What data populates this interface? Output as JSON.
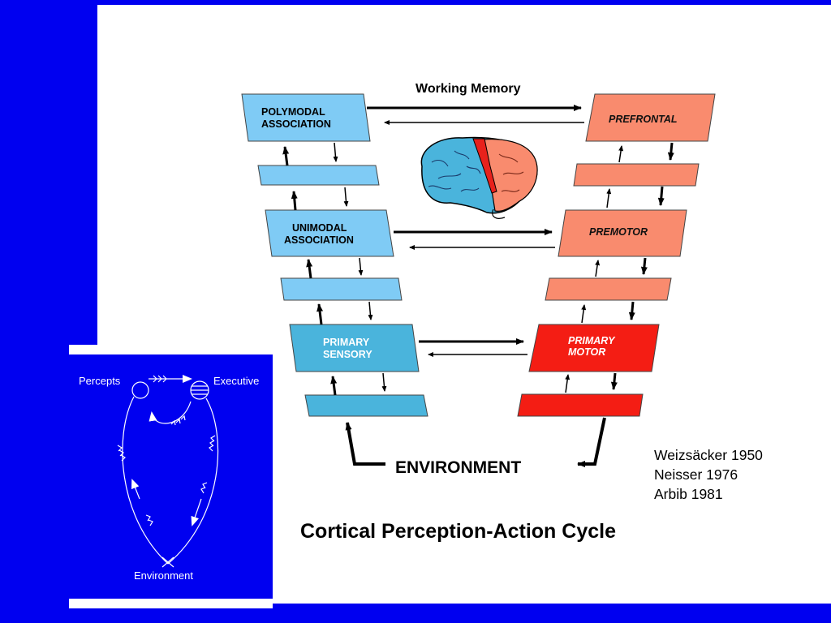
{
  "diagram": {
    "working_memory_label": "Working Memory",
    "boxes": {
      "polymodal": [
        "POLYMODAL",
        "ASSOCIATION"
      ],
      "unimodal": [
        "UNIMODAL",
        "ASSOCIATION"
      ],
      "primary_sensory": [
        "PRIMARY",
        "SENSORY"
      ],
      "prefrontal": "PREFRONTAL",
      "premotor": "PREMOTOR",
      "primary_motor": [
        "PRIMARY",
        "MOTOR"
      ]
    },
    "environment_label": "ENVIRONMENT",
    "colors": {
      "blue_light": "#7fcbf5",
      "blue_mid": "#4ab4dc",
      "salmon": "#f98b6e",
      "red": "#f41d14"
    }
  },
  "references": [
    "Weizsäcker 1950",
    "Neisser 1976",
    "Arbib 1981"
  ],
  "caption": "Cortical Perception-Action Cycle",
  "inset": {
    "percepts": "Percepts",
    "executive": "Executive",
    "environment": "Environment"
  }
}
